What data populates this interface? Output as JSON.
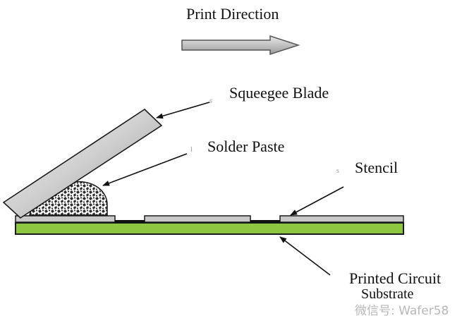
{
  "labels": {
    "print_direction": "Print Direction",
    "squeegee_blade": "Squeegee Blade",
    "solder_paste": "Solder Paste",
    "stencil": "Stencil",
    "printed_circuit": "Printed Circuit",
    "substrate": "Substrate"
  },
  "markers": {
    "squeegee": "s",
    "paste": "l",
    "stencil": "s"
  },
  "watermark": "微信号: Wafer58",
  "colors": {
    "pcb_green": "#8dc63f",
    "stencil_gray": "#c9c9c9",
    "outline": "#1a1a1a"
  }
}
